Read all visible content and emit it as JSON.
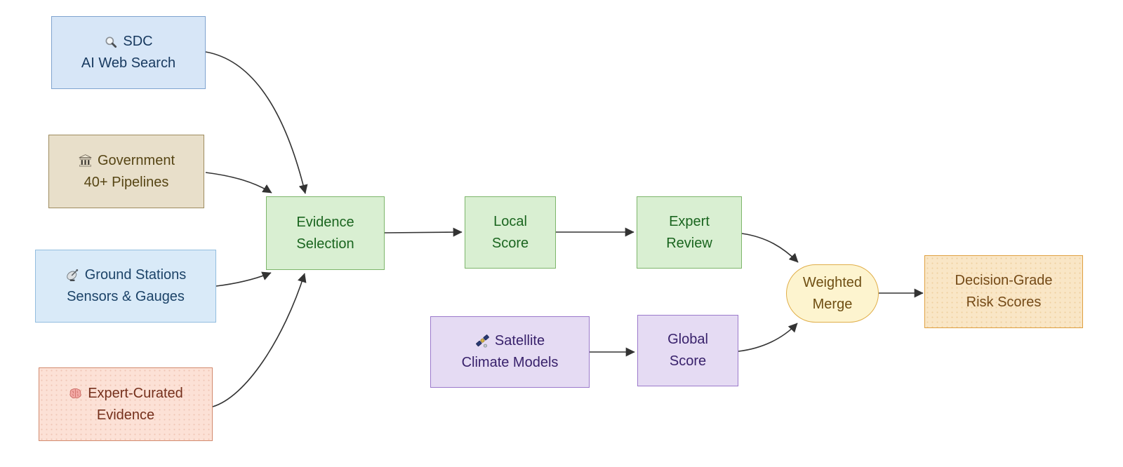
{
  "diagram": {
    "type": "flowchart",
    "direction": "left-to-right",
    "background": "#ffffff",
    "edge_color": "#333333",
    "nodes": {
      "sdc": {
        "line1": "SDC",
        "line2": "AI Web Search",
        "icon": "magnifier-icon",
        "shape": "rect",
        "fill": "#d7e6f7",
        "border": "#7fa4cf",
        "text_color": "#17395f"
      },
      "government": {
        "line1": "Government",
        "line2": "40+ Pipelines",
        "icon": "classical-building-icon",
        "shape": "rect",
        "fill": "#e8dfca",
        "border": "#9d8b5e",
        "text_color": "#564514"
      },
      "ground_stations": {
        "line1": "Ground Stations",
        "line2": "Sensors & Gauges",
        "icon": "satellite-dish-icon",
        "shape": "rect",
        "fill": "#d9eaf8",
        "border": "#92bddf",
        "text_color": "#1c4368"
      },
      "expert_curated": {
        "line1": "Expert-Curated",
        "line2": "Evidence",
        "icon": "brain-icon",
        "shape": "rect",
        "fill": "#fce1d6",
        "border": "#d28a6e",
        "text_color": "#75301c"
      },
      "evidence_selection": {
        "line1": "Evidence",
        "line2": "Selection",
        "icon": null,
        "shape": "rect",
        "fill": "#d9efd2",
        "border": "#7db56a",
        "text_color": "#1a651f"
      },
      "local_score": {
        "line1": "Local",
        "line2": "Score",
        "icon": null,
        "shape": "rect",
        "fill": "#d9efd2",
        "border": "#7db56a",
        "text_color": "#1a651f"
      },
      "expert_review": {
        "line1": "Expert",
        "line2": "Review",
        "icon": null,
        "shape": "rect",
        "fill": "#d9efd2",
        "border": "#7db56a",
        "text_color": "#1a651f"
      },
      "satellite": {
        "line1": "Satellite",
        "line2": "Climate Models",
        "icon": "satellite-icon",
        "shape": "rect",
        "fill": "#e5dbf3",
        "border": "#9b79cb",
        "text_color": "#38216b"
      },
      "global_score": {
        "line1": "Global",
        "line2": "Score",
        "icon": null,
        "shape": "rect",
        "fill": "#e5dbf3",
        "border": "#9b79cb",
        "text_color": "#38216b"
      },
      "weighted_merge": {
        "line1": "Weighted",
        "line2": "Merge",
        "icon": null,
        "shape": "stadium",
        "fill": "#fdf4cf",
        "border": "#e0ae49",
        "text_color": "#6e4e12"
      },
      "decision_grade": {
        "line1": "Decision-Grade",
        "line2": "Risk Scores",
        "icon": null,
        "shape": "rect",
        "fill": "#f9e6c6",
        "border": "#dfa040",
        "text_color": "#744a17"
      }
    },
    "edges": [
      {
        "from": "sdc",
        "to": "evidence_selection"
      },
      {
        "from": "government",
        "to": "evidence_selection"
      },
      {
        "from": "ground_stations",
        "to": "evidence_selection"
      },
      {
        "from": "expert_curated",
        "to": "evidence_selection"
      },
      {
        "from": "evidence_selection",
        "to": "local_score"
      },
      {
        "from": "local_score",
        "to": "expert_review"
      },
      {
        "from": "expert_review",
        "to": "weighted_merge"
      },
      {
        "from": "satellite",
        "to": "global_score"
      },
      {
        "from": "global_score",
        "to": "weighted_merge"
      },
      {
        "from": "weighted_merge",
        "to": "decision_grade"
      }
    ]
  }
}
